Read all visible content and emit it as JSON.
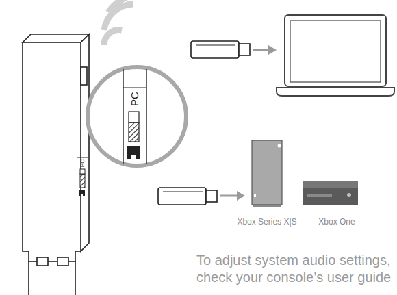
{
  "diagram": {
    "labels": [
      "PC",
      "PC",
      "Xbox Series X|S",
      "Xbox One",
      "To adjust system audio settings, check your console’s user guide"
    ]
  }
}
